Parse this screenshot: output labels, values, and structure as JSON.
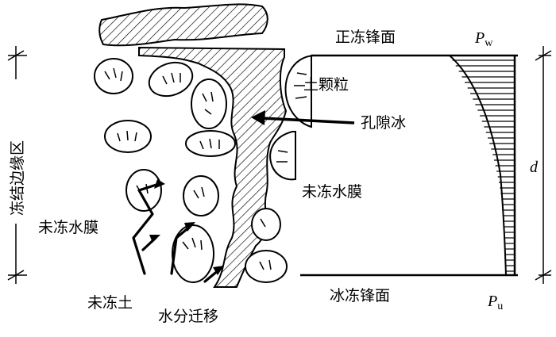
{
  "labels": {
    "freezing_front": "正冻锋面",
    "soil_particle": "土颗粒",
    "pore_ice": "孔隙冰",
    "unfrozen_film_right": "未冻水膜",
    "unfrozen_film_left": "未冻水膜",
    "frozen_fringe": "冻结边缘区",
    "ice_front": "冰冻锋面",
    "unfrozen_soil": "未冻土",
    "water_migration": "水分迁移"
  },
  "symbols": {
    "pw": {
      "main": "P",
      "sub": "w"
    },
    "pu": {
      "main": "P",
      "sub": "u"
    },
    "d": "d"
  },
  "colors": {
    "ink": "#000000",
    "background": "#ffffff"
  }
}
